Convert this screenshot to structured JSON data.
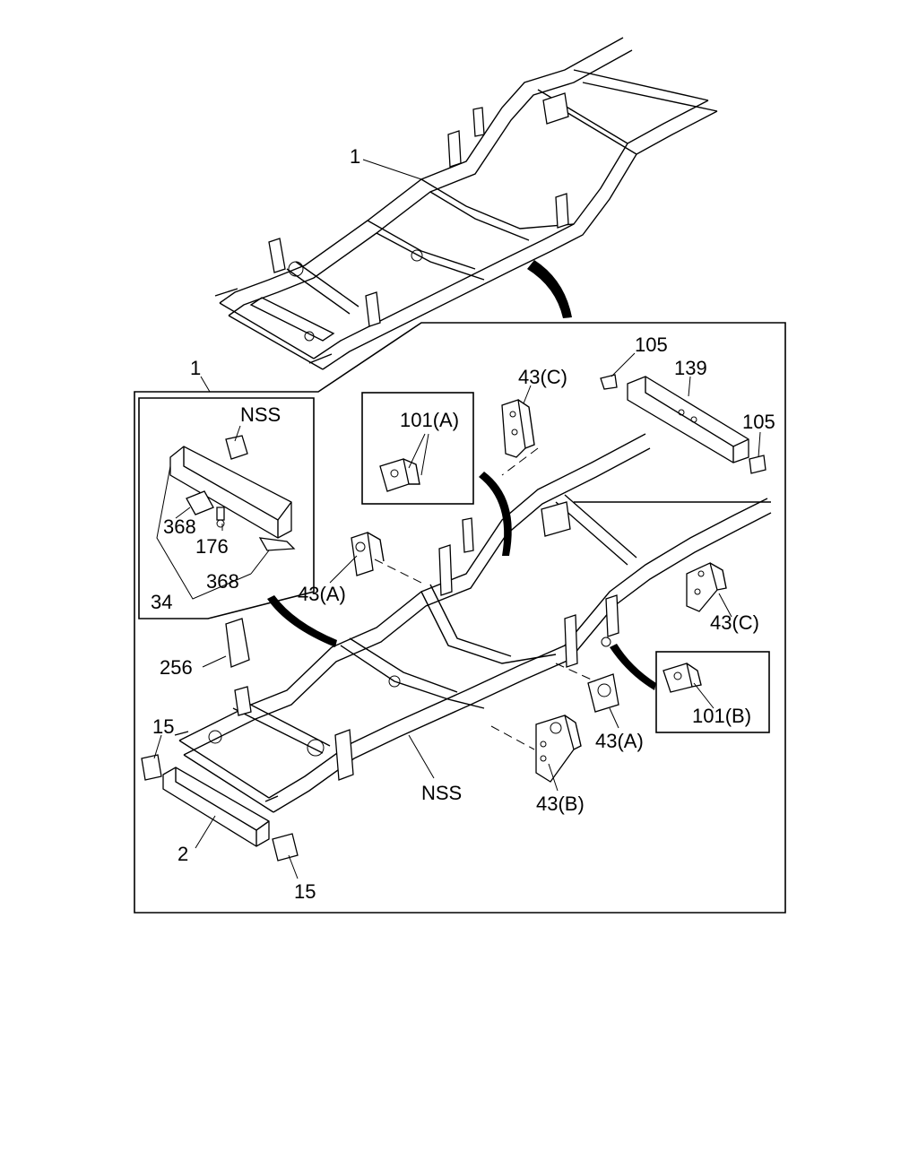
{
  "diagram": {
    "callouts": {
      "top_frame": "1",
      "inset_frame": "1",
      "inset_nss": "NSS",
      "inset_368a": "368",
      "inset_176": "176",
      "inset_368b": "368",
      "inset_34": "34",
      "detail_101a": "101(A)",
      "p43c_top": "43(C)",
      "p105_top": "105",
      "p139": "139",
      "p105_right": "105",
      "p43a_left": "43(A)",
      "p43c_right": "43(C)",
      "p256": "256",
      "p15_left": "15",
      "p2": "2",
      "p15_bottom": "15",
      "frame_nss": "NSS",
      "p43a_bottom": "43(A)",
      "p43b": "43(B)",
      "detail_101b": "101(B)"
    }
  }
}
